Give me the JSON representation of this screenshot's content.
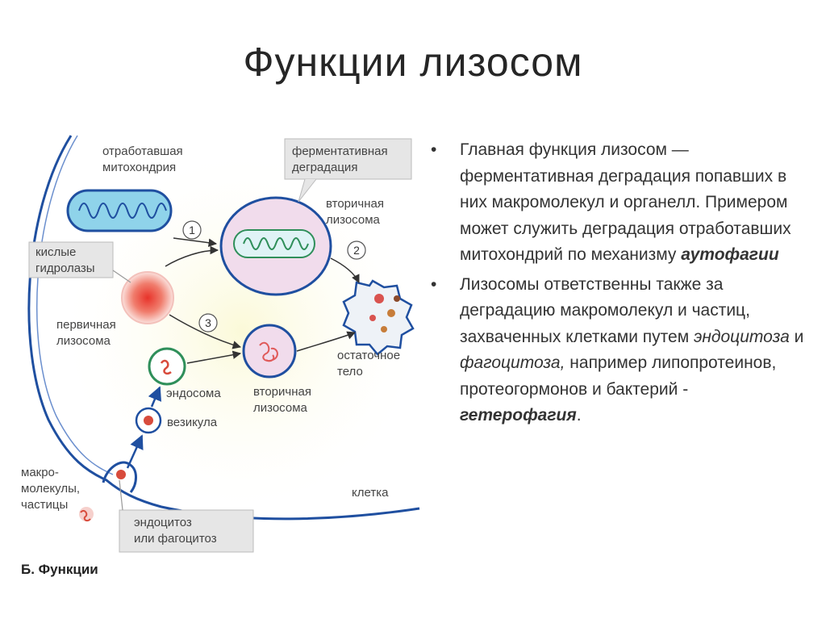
{
  "title": "Функции лизосом",
  "diagram": {
    "labels": {
      "old_mito": [
        "отработавшая",
        "митохондрия"
      ],
      "enzymatic": [
        "ферментативная",
        "деградация"
      ],
      "secondary_top": [
        "вторичная",
        "лизосома"
      ],
      "acid_hydrolases": [
        "кислые",
        "гидролазы"
      ],
      "primary": [
        "первичная",
        "лизосома"
      ],
      "residual": [
        "остаточное",
        "тело"
      ],
      "endosome": "эндосома",
      "secondary_bottom": [
        "вторичная",
        "лизосома"
      ],
      "vesicle": "везикула",
      "macromolecules": [
        "макро-",
        "молекулы,",
        "частицы"
      ],
      "cell": "клетка",
      "endocytosis": [
        "эндоцитоз",
        "или фагоцитоз"
      ],
      "caption": "Б. Функции",
      "step1": "1",
      "step2": "2",
      "step3": "3"
    }
  },
  "bullets": [
    {
      "p1": "Главная функция лизосом — ферментативная деградация попавших в них макромолекул и органелл. Примером может служить деградация отработавших митохондрий по механизму ",
      "em1": "аутофагии"
    },
    {
      "p1": "Лизосомы ответственны также за деградацию макромолекул и частиц, захваченных клетками путем ",
      "em1": "эндоцитоза",
      "p2": " и ",
      "em2": "фагоцитоза,",
      "p3": " например липопротеинов, протеогормонов и бактерий - ",
      "em3": "гетерофагия",
      "p4": "."
    }
  ],
  "bullet_symbol": "•",
  "colors": {
    "membrane": "#1f4fa0",
    "mito_fill": "#8fd3ea",
    "vacuole_fill": "#f1dcec",
    "hydrolase_red": "#e23a2a",
    "label_box": "#e6e6e6"
  }
}
